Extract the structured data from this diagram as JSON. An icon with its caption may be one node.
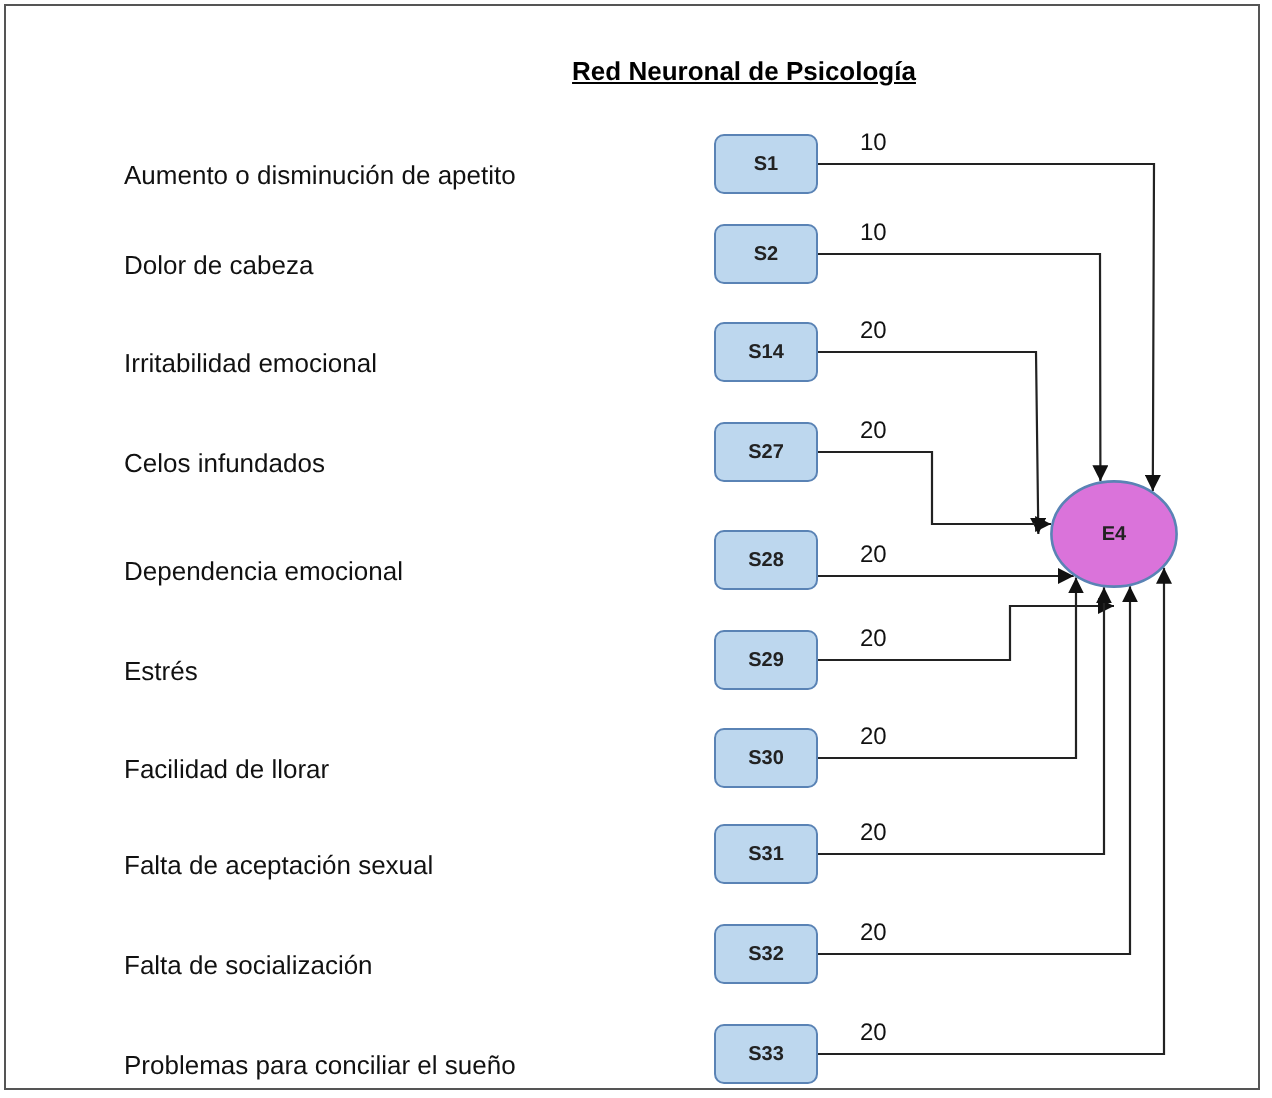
{
  "diagram": {
    "title": "Red Neuronal de Psicología",
    "nodes": [
      {
        "text": [
          "S1"
        ]
      },
      {
        "text": [
          "S2"
        ]
      },
      {
        "text": [
          "S14"
        ]
      },
      {
        "text": [
          "S27"
        ]
      },
      {
        "text": [
          "S28"
        ]
      },
      {
        "text": [
          "S29"
        ]
      },
      {
        "text": [
          "S30"
        ]
      },
      {
        "text": [
          "S31"
        ]
      },
      {
        "text": [
          "S32"
        ]
      },
      {
        "text": [
          "S33"
        ]
      },
      {
        "text": [
          "E4"
        ]
      }
    ],
    "edges": [
      {
        "from": 0,
        "to": 10,
        "arrow": "to",
        "label": "10"
      },
      {
        "from": 1,
        "to": 10,
        "arrow": "to",
        "label": "10"
      },
      {
        "from": 2,
        "to": 10,
        "arrow": "to",
        "label": "20"
      },
      {
        "from": 3,
        "to": 10,
        "arrow": "to",
        "label": "20"
      },
      {
        "from": 4,
        "to": 10,
        "arrow": "to",
        "label": "20"
      },
      {
        "from": 5,
        "to": 10,
        "arrow": "to",
        "label": "20"
      },
      {
        "from": 6,
        "to": 10,
        "arrow": "to",
        "label": "20"
      },
      {
        "from": 7,
        "to": 10,
        "arrow": "to",
        "label": "20"
      },
      {
        "from": 8,
        "to": 10,
        "arrow": "to",
        "label": "20"
      },
      {
        "from": 9,
        "to": 10,
        "arrow": "to",
        "label": "20"
      }
    ],
    "labels": [
      "Aumento o disminución de apetito",
      "Dolor de cabeza",
      "Irritabilidad emocional",
      "Celos infundados",
      "Dependencia emocional",
      "Estrés",
      "Facilidad de llorar",
      "Falta de aceptación sexual",
      "Falta de socialización",
      "Problemas para conciliar el sueño"
    ]
  }
}
